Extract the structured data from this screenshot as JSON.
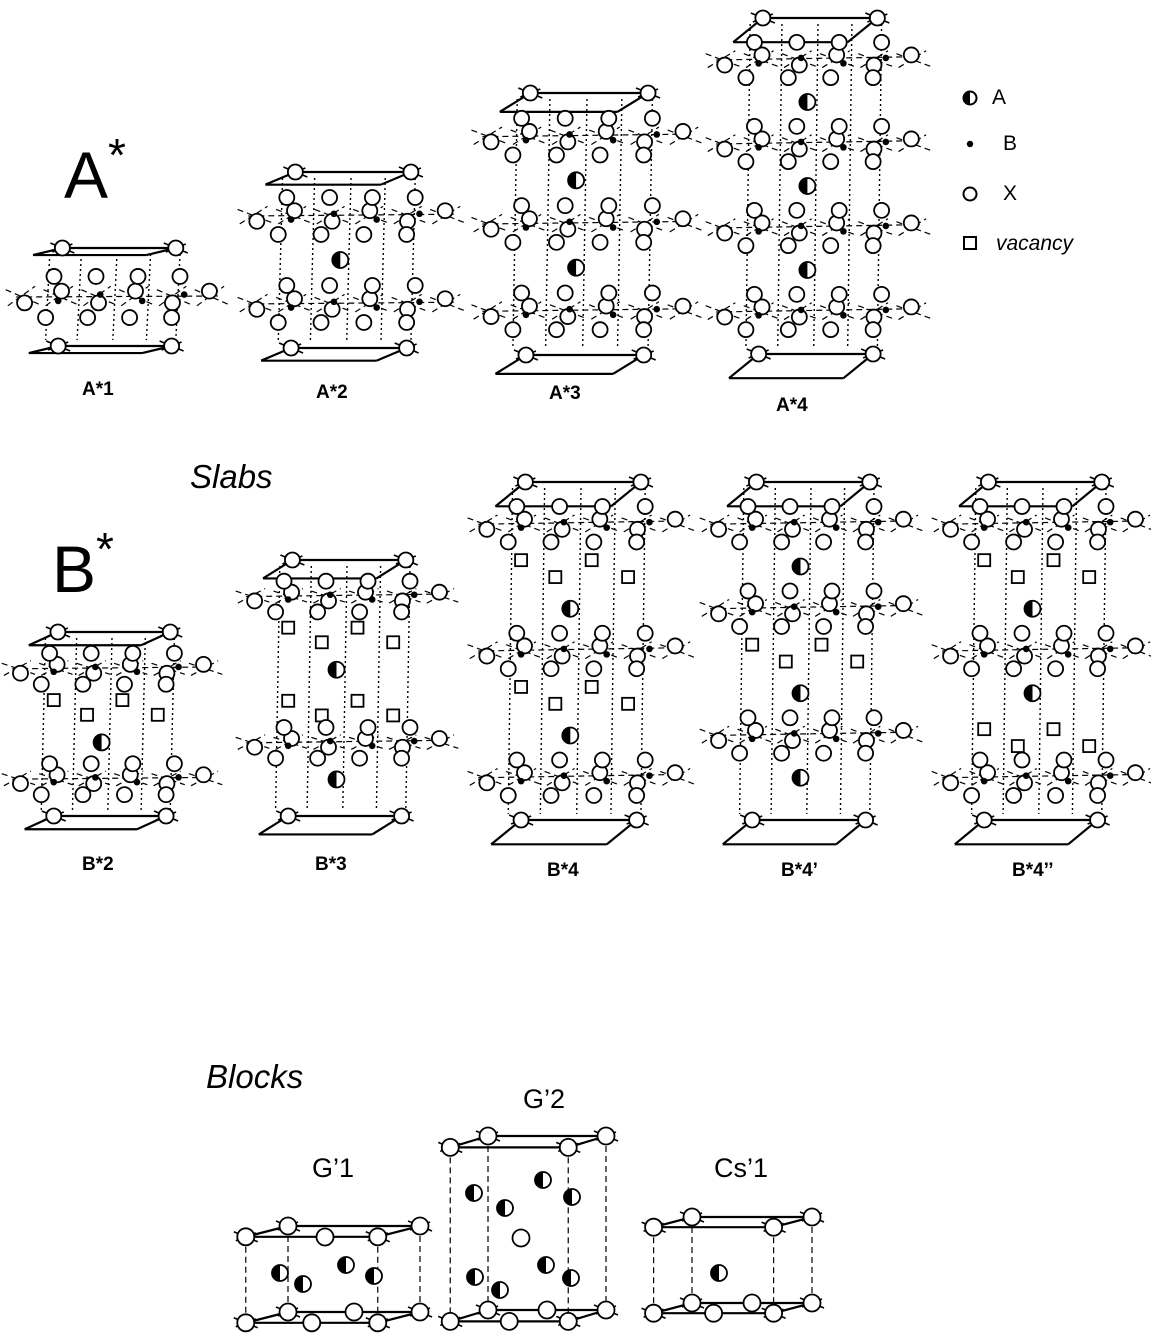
{
  "headings": {
    "a_star": {
      "base": "A",
      "sup": "*"
    },
    "b_star": {
      "base": "B",
      "sup": "*"
    },
    "slabs": "Slabs",
    "blocks": "Blocks"
  },
  "legend": [
    {
      "symbol": "half-filled-circle",
      "label": "A"
    },
    {
      "symbol": "small-black-dot",
      "label": "B"
    },
    {
      "symbol": "open-circle",
      "label": "X"
    },
    {
      "symbol": "open-square",
      "label": "vacancy"
    }
  ],
  "a_slabs": [
    "A*1",
    "A*2",
    "A*3",
    "A*4"
  ],
  "b_slabs": [
    "B*2",
    "B*3",
    "B*4",
    "B*4’",
    "B*4’’"
  ],
  "blocks": [
    "G’1",
    "G’2",
    "Cs’1"
  ],
  "colors": {
    "ink": "#000000",
    "paper": "#ffffff"
  }
}
